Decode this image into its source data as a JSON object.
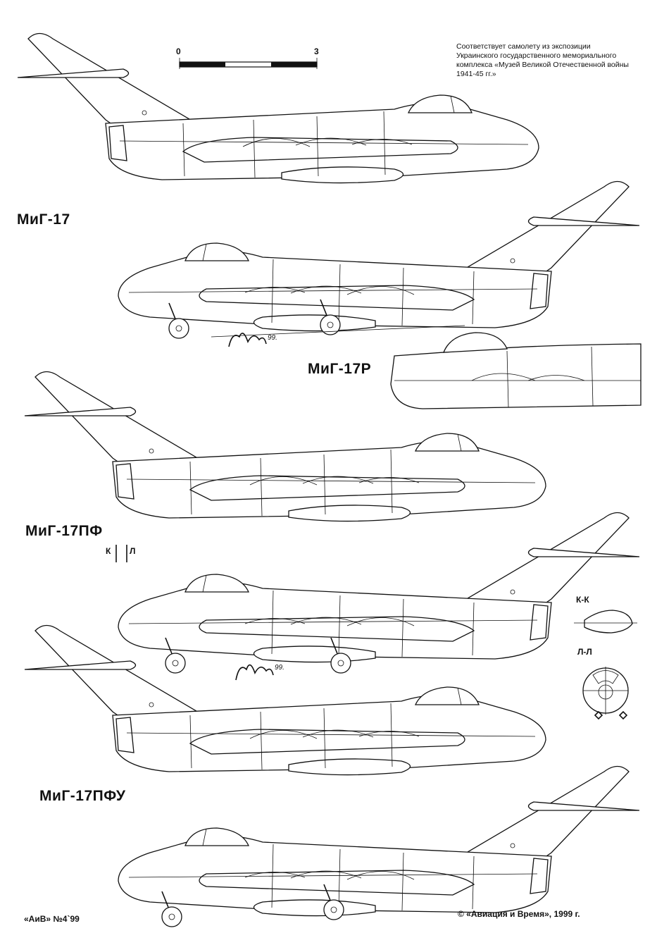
{
  "labels": {
    "mig17": "МиГ-17",
    "mig17r": "МиГ-17Р",
    "mig17pf": "МиГ-17ПФ",
    "mig17pfu": "МиГ-17ПФУ"
  },
  "note": "Соответствует самолету из экспозиции Украинского государственного мемори­ального комплекса «Музей Великой Отечественной войны 1941-45 гг.»",
  "scale": {
    "start": "0",
    "end": "3"
  },
  "sections": {
    "kk": "К-К",
    "ll": "Л-Л",
    "k": "К",
    "l": "Л"
  },
  "signature_year": "99.",
  "footer": {
    "left": "«АиВ» №4`99",
    "right": "©  «Авиация и Время», 1999 г."
  }
}
